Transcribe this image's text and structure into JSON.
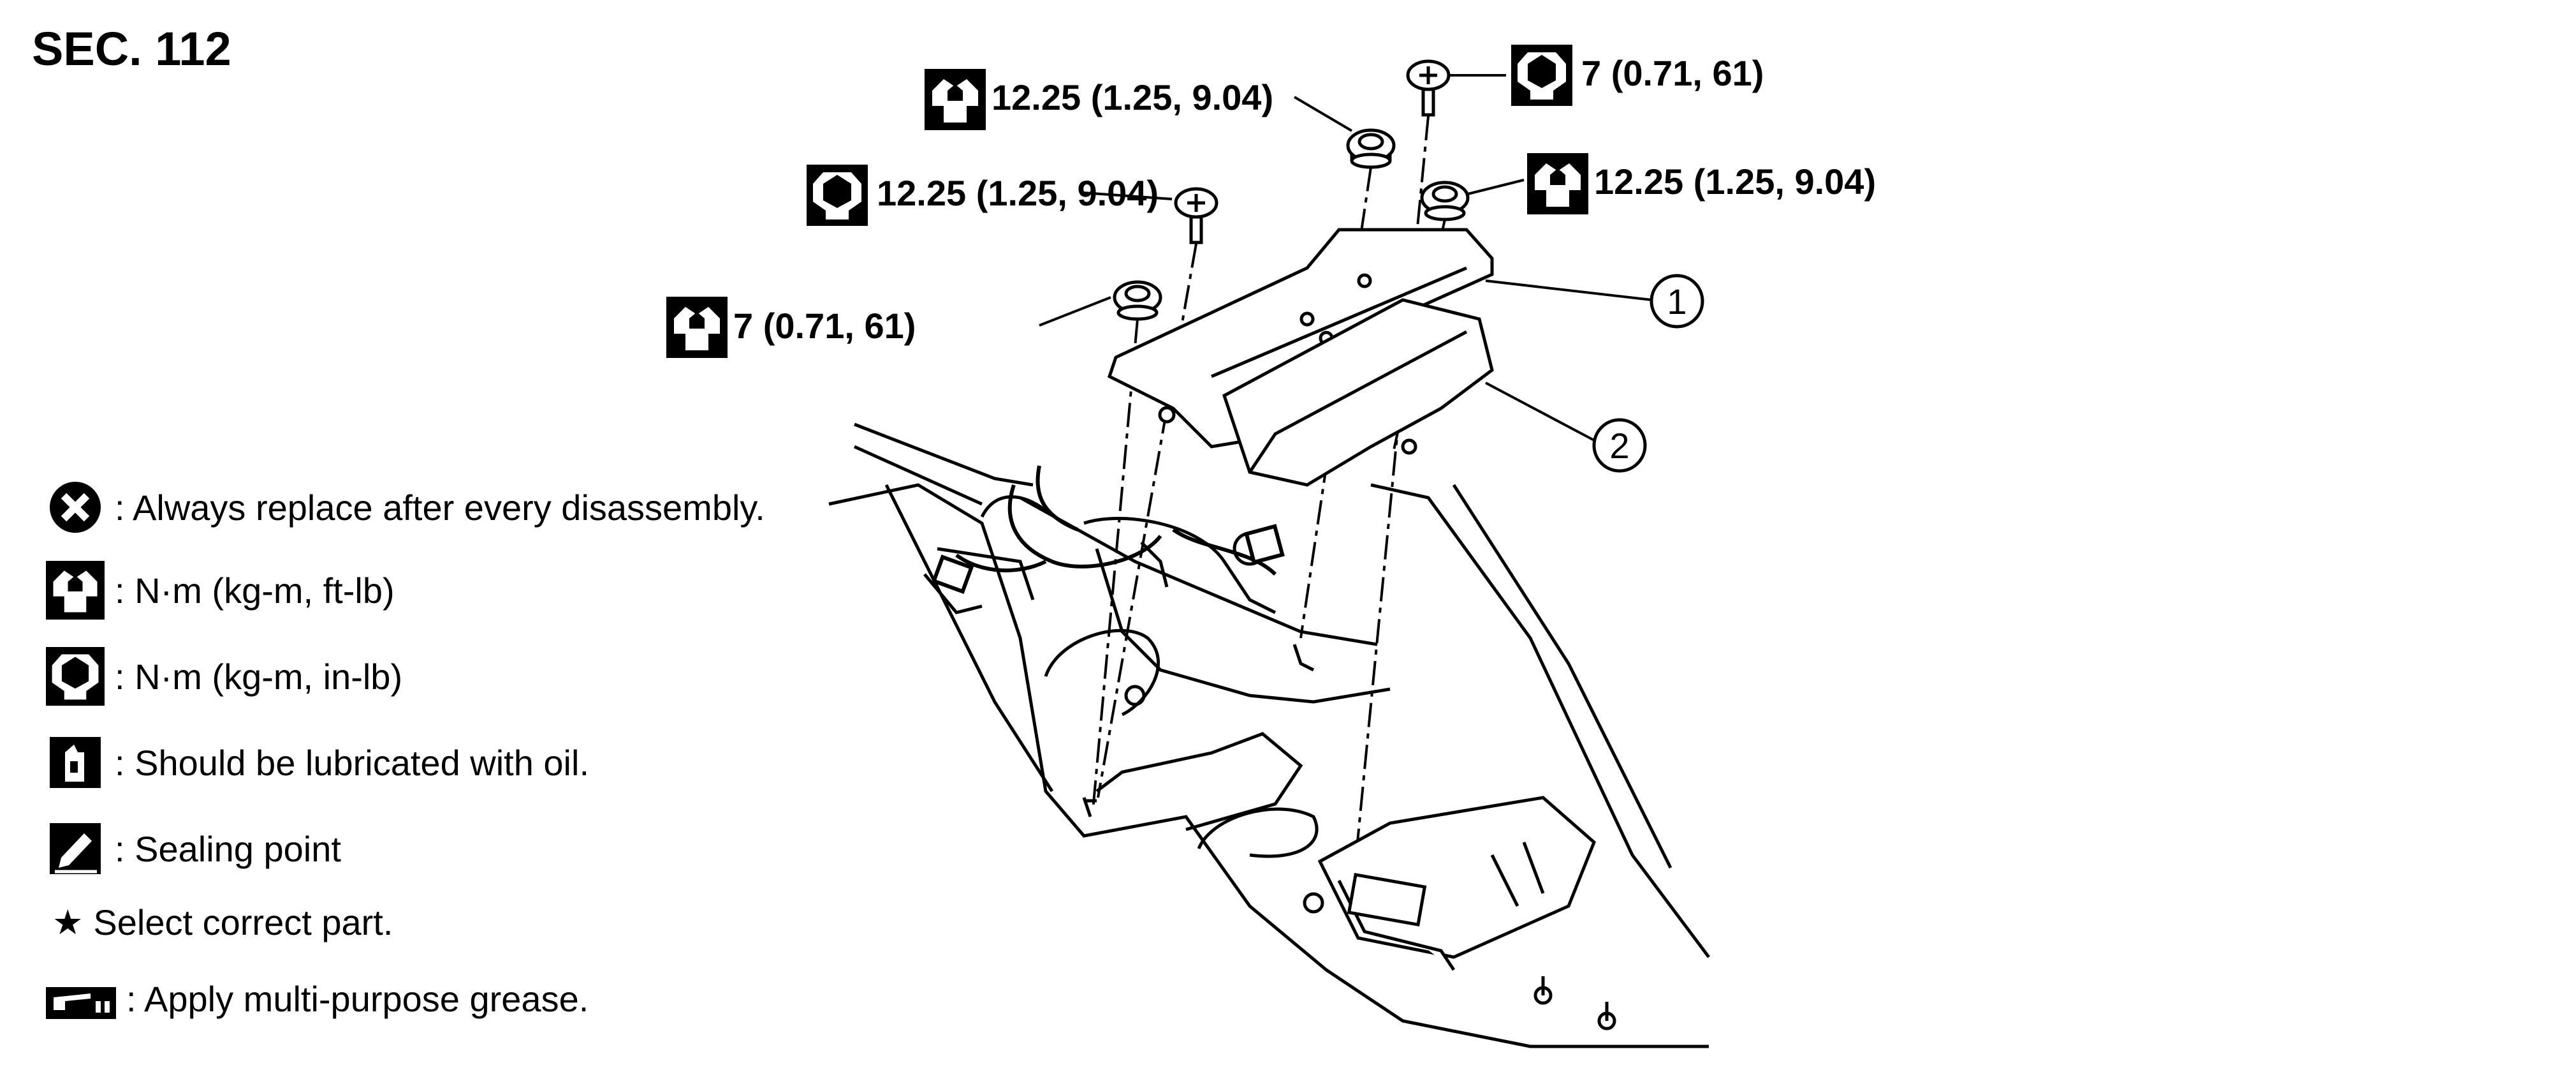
{
  "section": "SEC. 112",
  "torque_callouts": [
    {
      "id": "t1",
      "value": "12.25 (1.25, 9.04)",
      "icon": "wrench-icon-nm-ftlb"
    },
    {
      "id": "t2",
      "value": "7 (0.71, 61)",
      "icon": "wrench-icon-nm-inlb"
    },
    {
      "id": "t3",
      "value": "12.25 (1.25, 9.04)",
      "icon": "wrench-icon-nm-ftlb"
    },
    {
      "id": "t4",
      "value": "7 (0.71, 61)",
      "icon": "wrench-icon-nm-inlb"
    },
    {
      "id": "t5",
      "value": "12.25 (1.25, 9.04)",
      "icon": "wrench-icon-nm-ftlb"
    }
  ],
  "part_labels": [
    "1",
    "2"
  ],
  "legend": [
    {
      "icon": "replace-x-icon",
      "text": ": Always replace after every disassembly."
    },
    {
      "icon": "wrench-outline-icon",
      "text": ": N·m (kg-m, ft-lb)"
    },
    {
      "icon": "wrench-filled-icon",
      "text": ": N·m (kg-m, in-lb)"
    },
    {
      "icon": "oil-can-icon",
      "text": ": Should be lubricated with oil."
    },
    {
      "icon": "sealant-icon",
      "text": ": Sealing point"
    },
    {
      "icon": "star-icon",
      "text": "Select correct part.",
      "symbol": "★"
    },
    {
      "icon": "grease-icon",
      "text": ": Apply multi-purpose grease."
    }
  ]
}
